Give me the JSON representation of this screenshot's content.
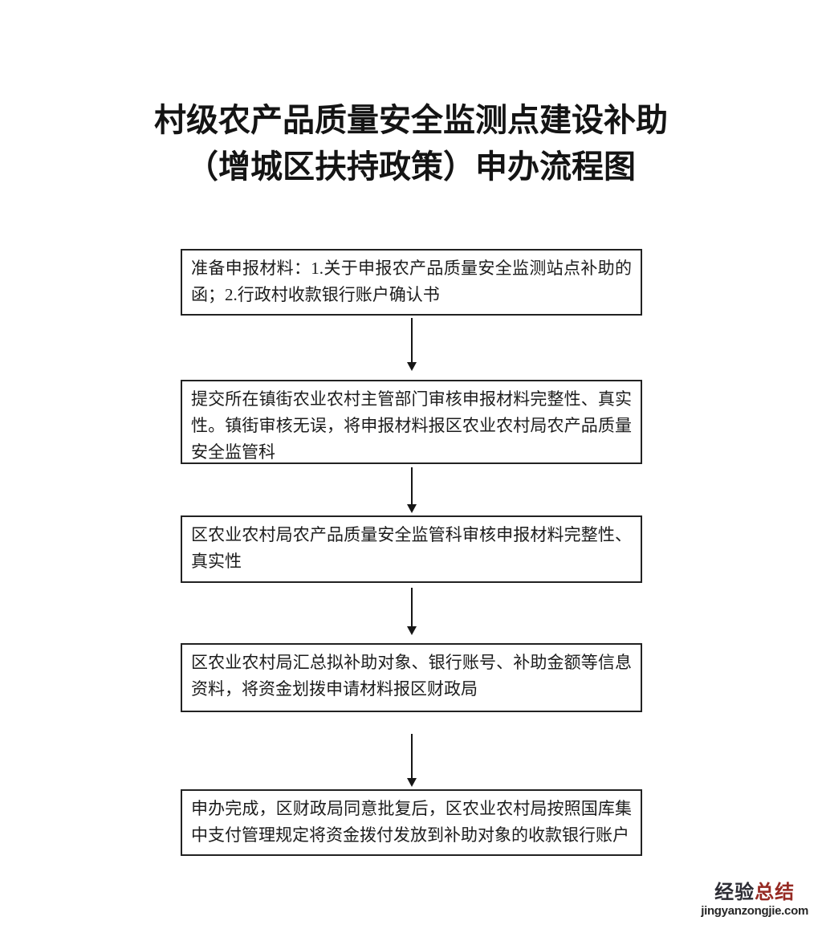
{
  "title": {
    "line1": "村级农产品质量安全监测点建设补助",
    "line2": "（增城区扶持政策）申办流程图"
  },
  "flowchart": {
    "type": "vertical-process-flow",
    "steps": [
      {
        "text": "准备申报材料：1.关于申报农产品质量安全监测站点补助的函；2.行政村收款银行账户确认书"
      },
      {
        "text": "提交所在镇街农业农村主管部门审核申报材料完整性、真实性。镇街审核无误，将申报材料报区农业农村局农产品质量安全监管科"
      },
      {
        "text": "区农业农村局农产品质量安全监管科审核申报材料完整性、真实性"
      },
      {
        "text": "区农业农村局汇总拟补助对象、银行账号、补助金额等信息资料，将资金划拨申请材料报区财政局"
      },
      {
        "text": "申办完成，区财政局同意批复后，区农业农村局按照国库集中支付管理规定将资金拨付发放到补助对象的收款银行账户"
      }
    ],
    "connector": "down-arrow",
    "colors": {
      "box_border": "#222222",
      "text": "#1c1c1c",
      "arrow": "#161616",
      "background": "#ffffff"
    }
  },
  "watermark": {
    "brand_dark": "经验",
    "brand_red": "总结",
    "url": "jingyanzongjie.com",
    "colors": {
      "brand_dark": "#2d2d35",
      "brand_red": "#962a23",
      "url": "#262626"
    }
  }
}
